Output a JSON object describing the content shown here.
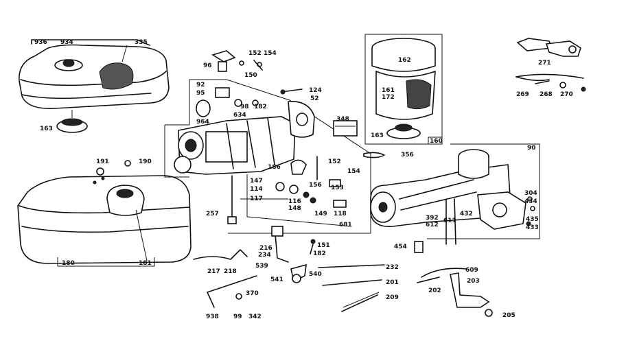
{
  "labels": {
    "l936": "936",
    "l934": "934",
    "l335": "335",
    "l163a": "163",
    "l96": "96",
    "l152a": "152",
    "l154a": "154",
    "l150": "150",
    "l92": "92",
    "l95": "95",
    "l98": "98",
    "l182": "182",
    "l634": "634",
    "l964": "964",
    "l124": "124",
    "l52": "52",
    "l162": "162",
    "l161": "161",
    "l172": "172",
    "l163b": "163",
    "l160": "160",
    "l348": "348",
    "l356": "356",
    "l271": "271",
    "l269": "269",
    "l268": "268",
    "l270": "270",
    "l90": "90",
    "l191": "191",
    "l190": "190",
    "l186": "186",
    "l152b": "152",
    "l154b": "154",
    "l156": "156",
    "l153": "153",
    "l147": "147",
    "l114": "114",
    "l117": "117",
    "l116": "116",
    "l148": "148",
    "l149": "149",
    "l118": "118",
    "l681": "681",
    "l257": "257",
    "l304": "304",
    "l434": "434",
    "l435": "435",
    "l433": "433",
    "l432": "432",
    "l392": "392",
    "l611": "611",
    "l612": "612",
    "l454": "454",
    "l180": "180",
    "l181": "181",
    "l216": "216",
    "l234": "234",
    "l151": "151",
    "l182b": "182",
    "l217": "217",
    "l218": "218",
    "l539": "539",
    "l541": "541",
    "l540": "540",
    "l232": "232",
    "l201": "201",
    "l209": "209",
    "l609": "609",
    "l203": "203",
    "l202": "202",
    "l205": "205",
    "l370": "370",
    "l938": "938",
    "l99": "99",
    "l342": "342"
  }
}
